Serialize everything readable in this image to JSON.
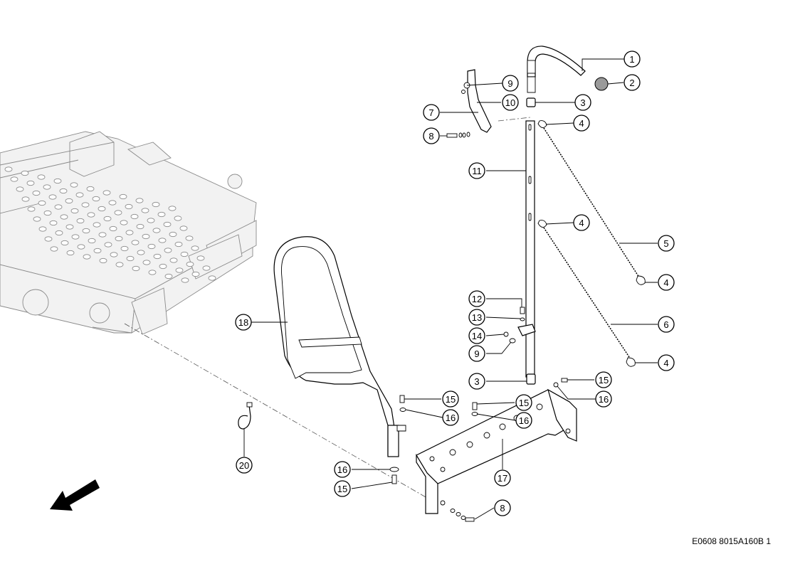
{
  "drawing_id": "E0608 8015A160B 1",
  "callouts": [
    {
      "label": "1"
    },
    {
      "label": "2"
    },
    {
      "label": "3"
    },
    {
      "label": "4"
    },
    {
      "label": "5"
    },
    {
      "label": "4"
    },
    {
      "label": "4"
    },
    {
      "label": "6"
    },
    {
      "label": "4"
    },
    {
      "label": "9"
    },
    {
      "label": "10"
    },
    {
      "label": "7"
    },
    {
      "label": "8"
    },
    {
      "label": "11"
    },
    {
      "label": "12"
    },
    {
      "label": "13"
    },
    {
      "label": "14"
    },
    {
      "label": "9"
    },
    {
      "label": "3"
    },
    {
      "label": "15"
    },
    {
      "label": "16"
    },
    {
      "label": "15"
    },
    {
      "label": "16"
    },
    {
      "label": "15"
    },
    {
      "label": "16"
    },
    {
      "label": "17"
    },
    {
      "label": "18"
    },
    {
      "label": "16"
    },
    {
      "label": "15"
    },
    {
      "label": "20"
    },
    {
      "label": "8"
    }
  ]
}
